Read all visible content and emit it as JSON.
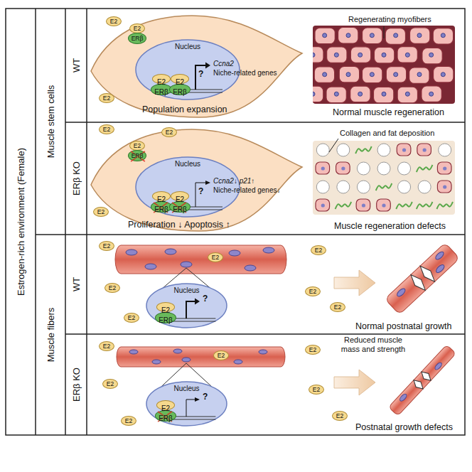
{
  "diagram": {
    "nodes": [
      {
        "text": [
          "Estrogen-rich environment (Female)"
        ]
      },
      {
        "text": [
          "Muscle stem cells"
        ]
      },
      {
        "text": [
          "Muscle fibers"
        ]
      },
      {
        "text": [
          "WT"
        ]
      },
      {
        "text": [
          "ERβ KO"
        ]
      },
      {
        "text": [
          "WT"
        ]
      },
      {
        "text": [
          "ERβ KO"
        ]
      },
      {
        "text": [
          "E2"
        ]
      },
      {
        "text": [
          "E2"
        ]
      },
      {
        "text": [
          "E2"
        ]
      },
      {
        "text": [
          "ERβ"
        ]
      },
      {
        "text": [
          "Nucleus"
        ]
      },
      {
        "text": [
          "ERβ"
        ],
        "in": 11
      },
      {
        "text": [
          "ERβ"
        ],
        "in": 11
      },
      {
        "text": [
          "E2"
        ],
        "in": 11
      },
      {
        "text": [
          "E2"
        ],
        "in": 11
      },
      {
        "text": [
          "E2"
        ]
      },
      {
        "text": [
          "E2"
        ]
      },
      {
        "text": [
          "E2"
        ]
      },
      {
        "text": [
          "E2"
        ]
      },
      {
        "text": [
          "ERβ"
        ]
      },
      {
        "text": [
          "Nucleus"
        ]
      },
      {
        "text": [
          "ERβ"
        ],
        "in": 21
      },
      {
        "text": [
          "ERβ"
        ],
        "in": 21
      },
      {
        "text": [
          "E2"
        ],
        "in": 21
      },
      {
        "text": [
          "E2"
        ],
        "in": 21
      },
      {
        "text": [
          "E2"
        ]
      },
      {
        "text": [
          "E2"
        ]
      },
      {
        "text": [
          "E2"
        ]
      },
      {
        "text": [
          "E2"
        ]
      },
      {
        "text": [
          "E2"
        ]
      },
      {
        "text": [
          "E2"
        ]
      },
      {
        "text": [
          "E2"
        ]
      },
      {
        "text": [
          "Nucleus"
        ]
      },
      {
        "text": [
          "ERβ"
        ],
        "in": 33
      },
      {
        "text": [
          "E2"
        ],
        "in": 33
      },
      {
        "text": [
          "E2"
        ]
      },
      {
        "text": [
          "E2"
        ]
      },
      {
        "text": [
          "E2"
        ]
      },
      {
        "text": [
          "E2"
        ]
      },
      {
        "text": [
          "E2"
        ]
      },
      {
        "text": [
          "E2"
        ]
      },
      {
        "text": [
          "E2"
        ]
      },
      {
        "text": [
          "Nucleus"
        ]
      },
      {
        "text": [
          "ERβ"
        ],
        "in": 43
      },
      {
        "text": [
          "E2"
        ],
        "in": 43
      }
    ],
    "labels": [
      "Ccna2",
      "Niche-related genes",
      "?",
      "Population expansion",
      "Regenerating myofibers",
      "Normal muscle regeneration",
      "Ccna2↓ p21↑",
      "Niche-related genes↓",
      "?",
      "Proliferation ↓ Apoptosis ↑",
      "Collagen and fat deposition",
      "Muscle regeneration defects",
      "?",
      "Normal postnatal growth",
      "?",
      "Reduced muscle mass and strength",
      "Postnatal growth defects"
    ]
  }
}
